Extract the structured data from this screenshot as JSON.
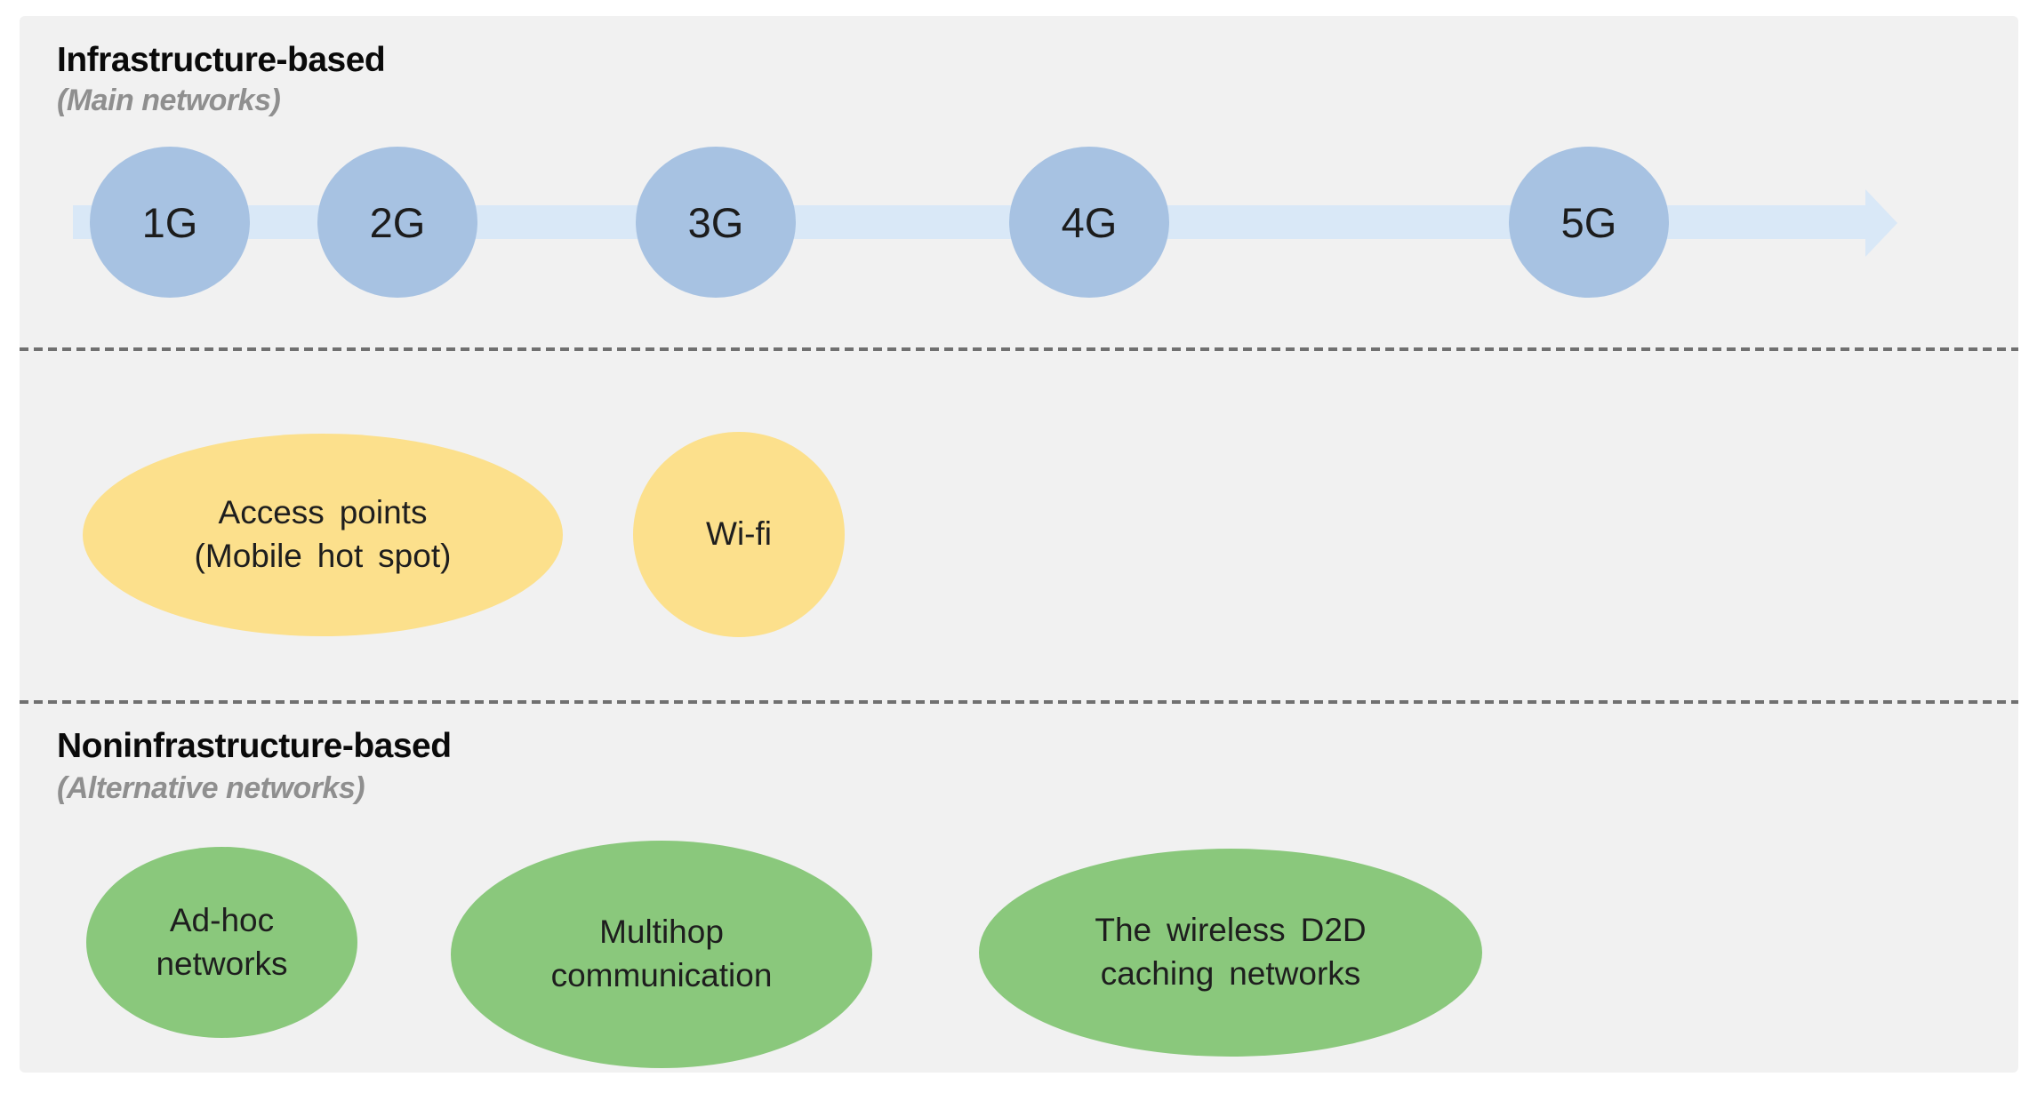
{
  "figure": {
    "top_section": {
      "title": "Infrastructure-based",
      "subtitle": "(Main networks)",
      "generations": [
        "1G",
        "2G",
        "3G",
        "4G",
        "5G"
      ]
    },
    "middle_section": {
      "access_points": {
        "line1": "Access points",
        "line2": "(Mobile hot spot)"
      },
      "wifi": {
        "line1": "Wi-fi"
      }
    },
    "bottom_section": {
      "title": "Noninfrastructure-based",
      "subtitle": "(Alternative networks)",
      "adhoc": {
        "line1": "Ad-hoc",
        "line2": "networks"
      },
      "multihop": {
        "line1": "Multihop",
        "line2": "communication"
      },
      "d2d": {
        "line1": "The wireless D2D",
        "line2": "caching networks"
      }
    },
    "colors": {
      "panel_background": "#f1f1f1",
      "generation_node": "#a7c2e2",
      "timeline_arrow": "#d9e8f7",
      "infrastructure_node": "#fce08c",
      "noninfrastructure_node": "#8ac87c",
      "subtitle_text": "#8f8f8f",
      "divider": "#707070"
    }
  }
}
